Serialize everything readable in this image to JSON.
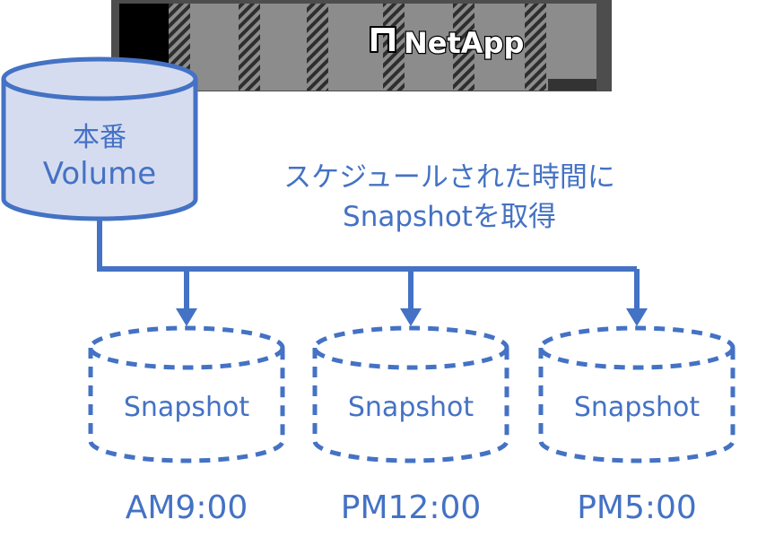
{
  "colors": {
    "accent": "#4472C4",
    "volume_fill": "#D6DCF0",
    "storage_dark": "#4D4D4D",
    "storage_mid": "#8C8C8C",
    "storage_black": "#000000"
  },
  "storage": {
    "brand": "NetApp",
    "logo_icon": "netapp-logo-icon"
  },
  "volume": {
    "line1": "本番",
    "line2": "Volume"
  },
  "caption": {
    "line1": "スケジュールされた時間に",
    "line2": "Snapshotを取得"
  },
  "snapshots": [
    {
      "label": "Snapshot",
      "time": "AM9:00"
    },
    {
      "label": "Snapshot",
      "time": "PM12:00"
    },
    {
      "label": "Snapshot",
      "time": "PM5:00"
    }
  ]
}
